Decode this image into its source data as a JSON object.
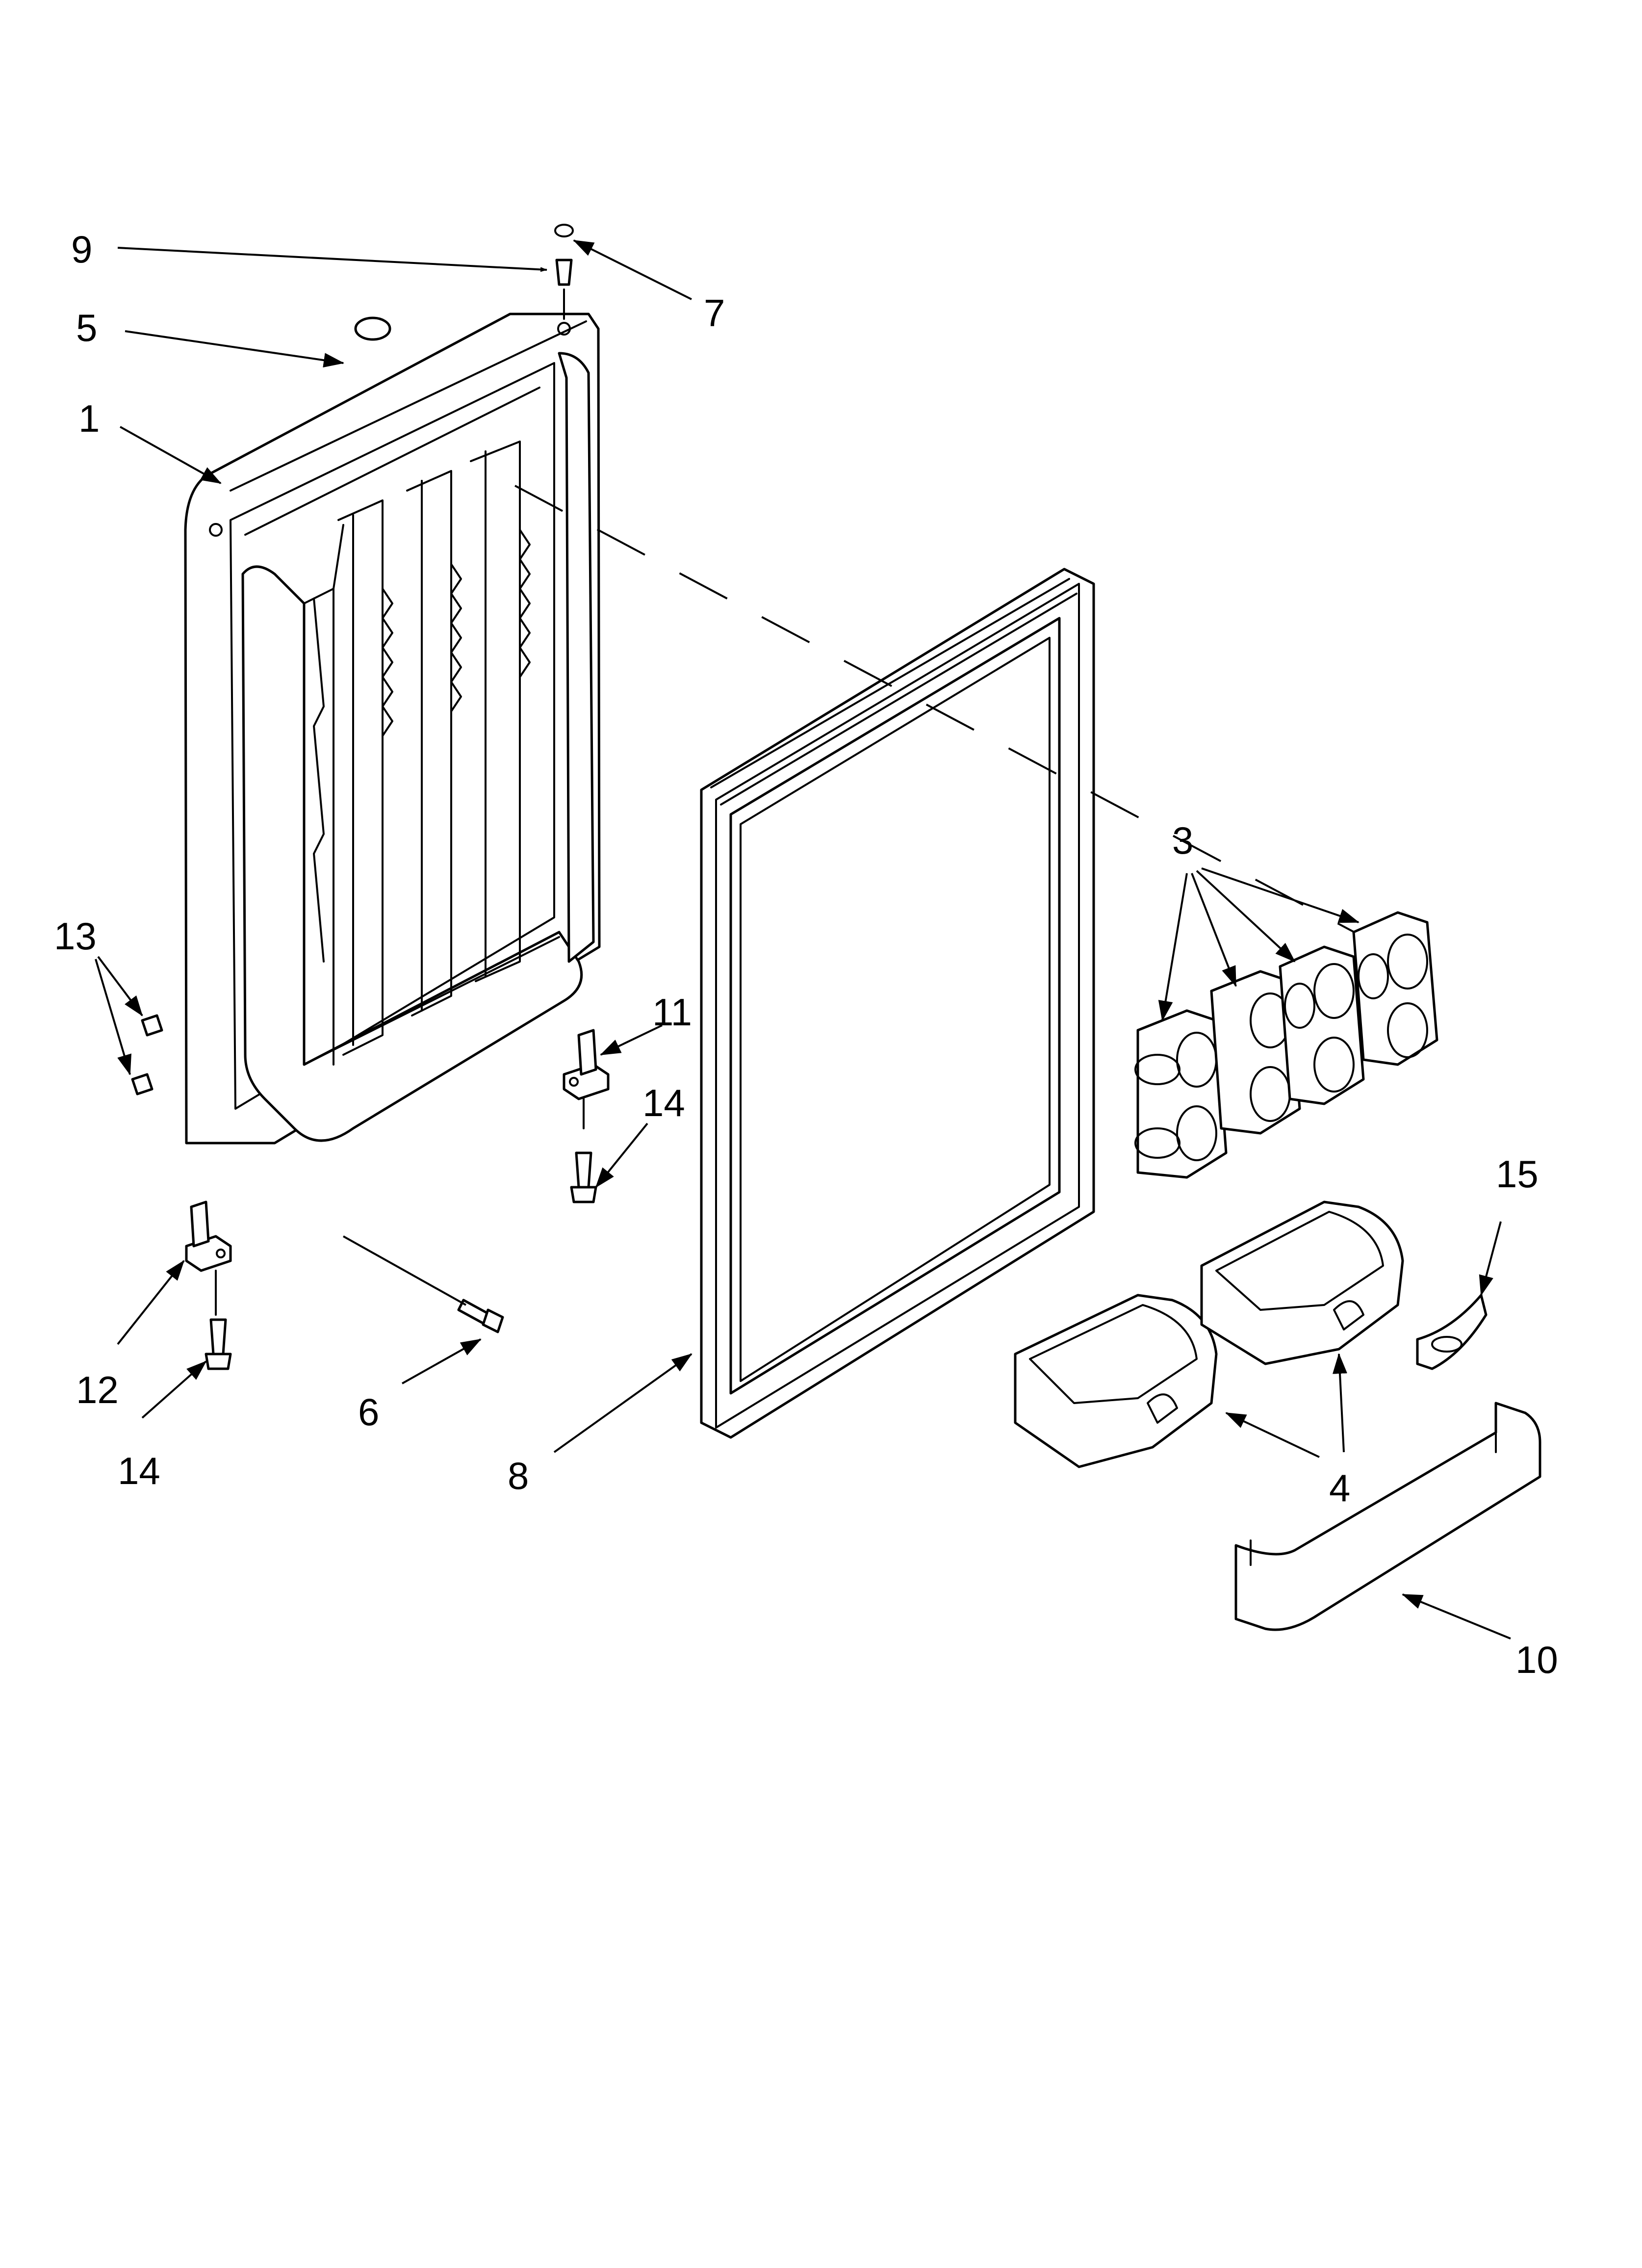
{
  "callouts": {
    "c1": "1",
    "c3": "3",
    "c4": "4",
    "c5": "5",
    "c6": "6",
    "c7": "7",
    "c8": "8",
    "c9": "9",
    "c10": "10",
    "c11": "11",
    "c12": "12",
    "c13": "13",
    "c14a": "14",
    "c14b": "14",
    "c15": "15"
  }
}
